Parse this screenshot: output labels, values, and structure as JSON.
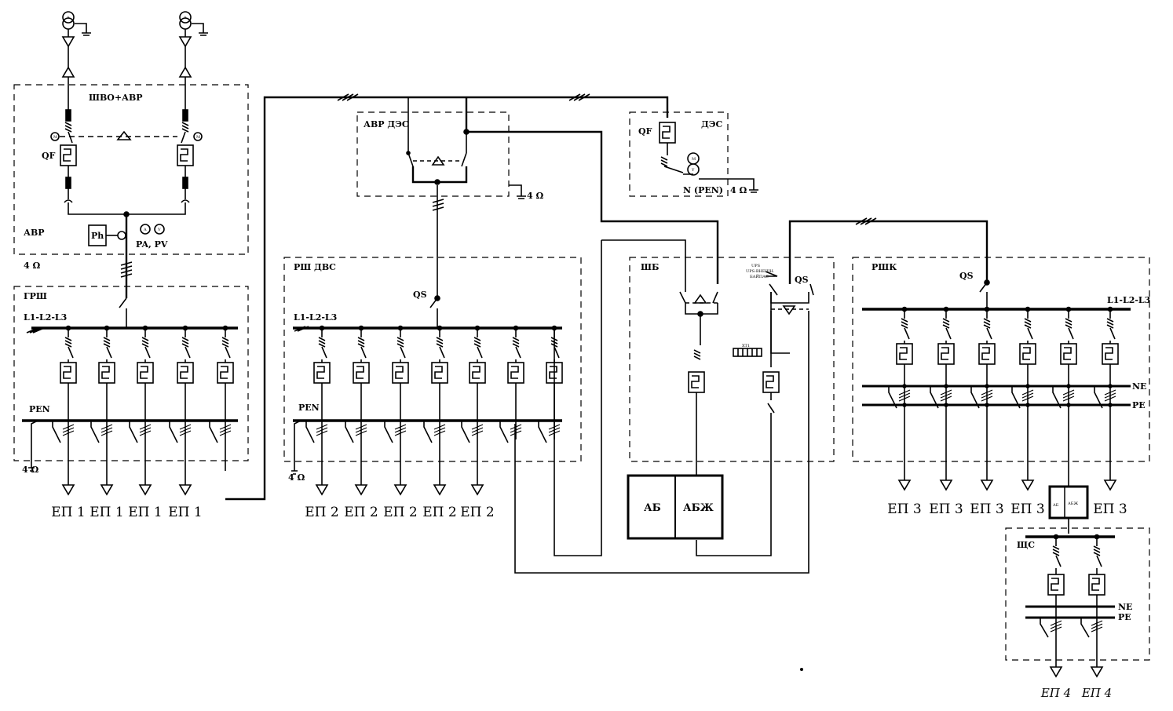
{
  "labels": {
    "shvo": "ШВО+АВР",
    "avr": "АВР",
    "grsh": "ГРШ",
    "l123": "L1-L2-L3",
    "pen": "PEN",
    "ohm": "4 Ω",
    "avr_des": "АВР ДЭС",
    "des": "ДЭС",
    "qf": "QF",
    "n_pen": "N (PEN)",
    "rsh_dvs": "РШ ДВС",
    "qs": "QS",
    "shb": "ШБ",
    "ups1": "UPS",
    "ups2": "UPS-ВНЕШН.",
    "ups3": "БАЙПАС",
    "xt1": "XT1",
    "rshk": "РШК",
    "ne": "NE",
    "pe": "PE",
    "shs": "ЩС",
    "ab": "АБ",
    "abzh": "АБЖ",
    "ph": "Ph",
    "pa_pv": "PA, PV",
    "a": "A",
    "v": "V",
    "m": "M",
    "g": "Y"
  },
  "loads": {
    "ep1": "ЕП 1",
    "ep2": "ЕП 2",
    "ep3": "ЕП 3",
    "ep4": "ЕП 4"
  }
}
